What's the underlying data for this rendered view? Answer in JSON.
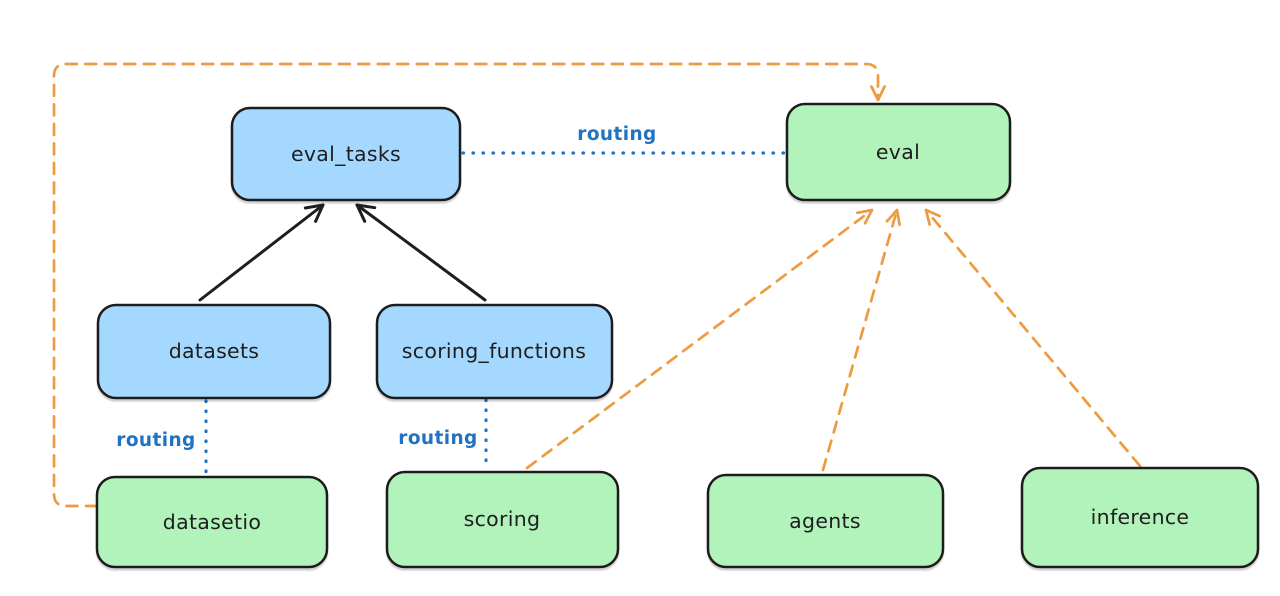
{
  "diagram": {
    "background": "#ffffff",
    "colors": {
      "node_blue_fill": "#a5d8ff",
      "node_green_fill": "#b2f2bb",
      "node_stroke": "#1e1e1e",
      "black_edge": "#1e1e1e",
      "routing_blue": "#2272c3",
      "orange": "#ed9b40"
    },
    "nodes": {
      "eval_tasks": {
        "label": "eval_tasks",
        "fill": "blue"
      },
      "eval": {
        "label": "eval",
        "fill": "green"
      },
      "datasets": {
        "label": "datasets",
        "fill": "blue"
      },
      "scoring_functions": {
        "label": "scoring_functions",
        "fill": "blue"
      },
      "datasetio": {
        "label": "datasetio",
        "fill": "green"
      },
      "scoring": {
        "label": "scoring",
        "fill": "green"
      },
      "agents": {
        "label": "agents",
        "fill": "green"
      },
      "inference": {
        "label": "inference",
        "fill": "green"
      }
    },
    "edges": [
      {
        "from": "datasets",
        "to": "eval_tasks",
        "type": "solid-black-arrow",
        "label": ""
      },
      {
        "from": "scoring_functions",
        "to": "eval_tasks",
        "type": "solid-black-arrow",
        "label": ""
      },
      {
        "from": "eval_tasks",
        "to": "eval",
        "type": "dotted-blue",
        "label": "routing"
      },
      {
        "from": "datasets",
        "to": "datasetio",
        "type": "dotted-blue",
        "label": "routing"
      },
      {
        "from": "scoring_functions",
        "to": "scoring",
        "type": "dotted-blue",
        "label": "routing"
      },
      {
        "from": "datasetio",
        "to": "eval",
        "type": "dashed-orange-arrow",
        "label": ""
      },
      {
        "from": "scoring",
        "to": "eval",
        "type": "dashed-orange-arrow",
        "label": ""
      },
      {
        "from": "agents",
        "to": "eval",
        "type": "dashed-orange-arrow",
        "label": ""
      },
      {
        "from": "inference",
        "to": "eval",
        "type": "dashed-orange-arrow",
        "label": ""
      }
    ]
  }
}
